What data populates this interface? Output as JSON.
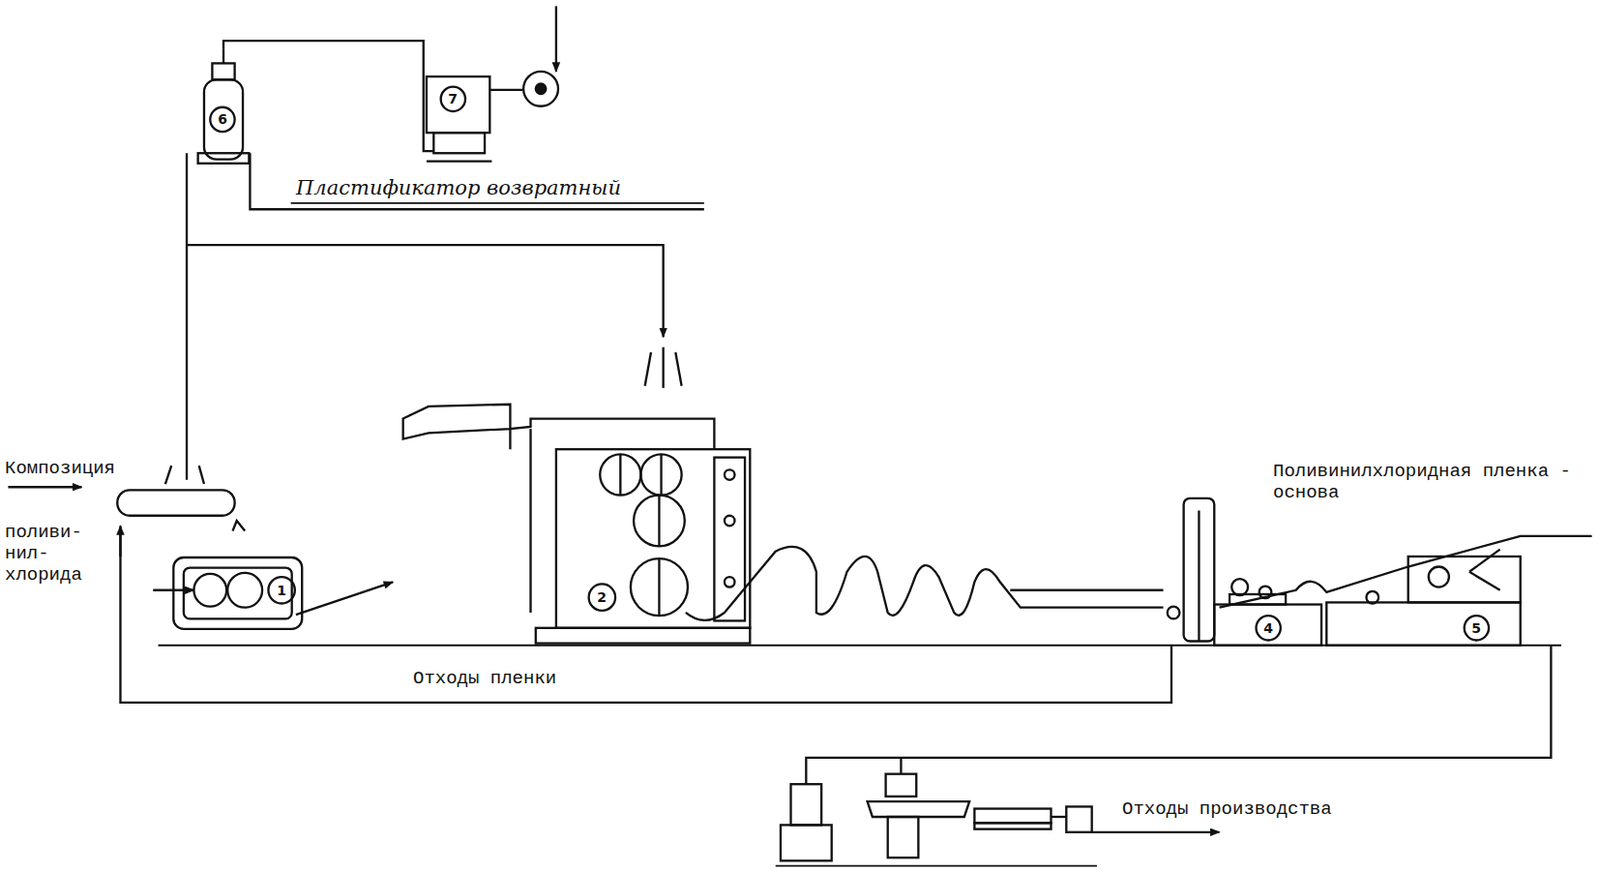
{
  "diagram": {
    "labels": [
      "Пластификатор возвратный",
      "7",
      "6",
      "Композиция",
      "поливи- нил- хлорида",
      "1",
      "2",
      "Поливинилхлоридная пленка - основа",
      "4",
      "5",
      "Отходы пленки",
      "Отходы производства"
    ]
  }
}
